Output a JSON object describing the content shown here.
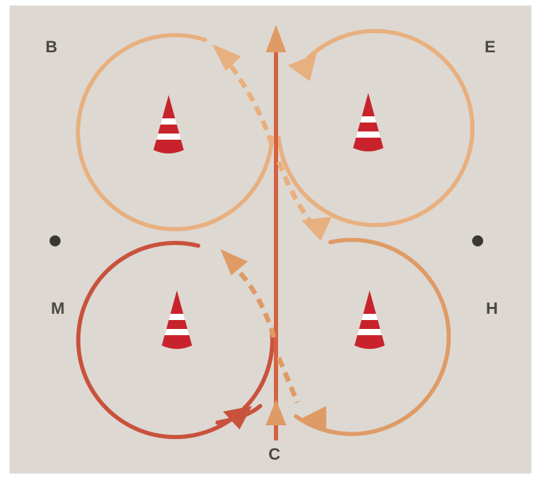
{
  "letters": {
    "b": "B",
    "e": "E",
    "m": "M",
    "h": "H",
    "c": "C"
  },
  "colors": {
    "background": "#ddd8d2",
    "border": "#ffffff",
    "circle_light": "#e8b07f",
    "circle_medium": "#df9b66",
    "circle_dark": "#c9523d",
    "center_line": "#d4613f",
    "cone": "#c8232c",
    "cone_stripe": "#ffffff",
    "marker": "#3b3735",
    "label_text": "#4b4744"
  },
  "icons": {
    "cones": [
      "traffic-cone-icon",
      "traffic-cone-icon",
      "traffic-cone-icon",
      "traffic-cone-icon"
    ],
    "markers": [
      "dot-marker-icon",
      "dot-marker-icon"
    ]
  }
}
